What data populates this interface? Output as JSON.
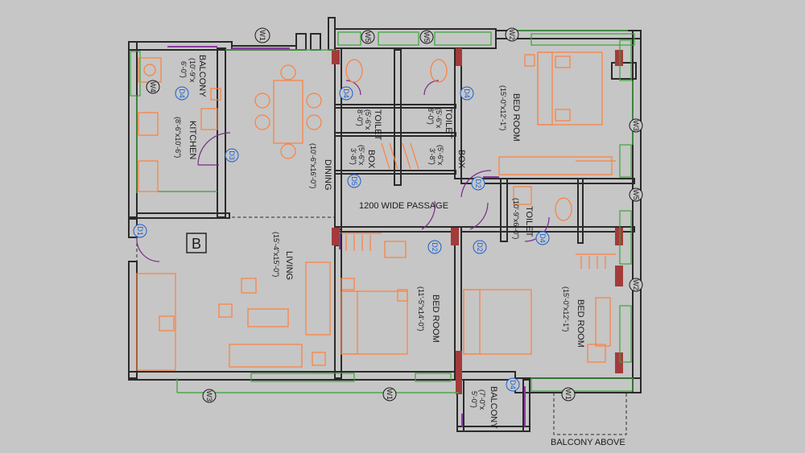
{
  "rooms": {
    "balcony_top_left": {
      "name": "BALCONY",
      "size_line1": "(10'-9\"x",
      "size_line2": "6'-0\")"
    },
    "kitchen": {
      "name": "KITCHEN",
      "size": "(8'-6\"x10'-6\")"
    },
    "dining": {
      "name": "DINING",
      "size": "(10'-6\"x16'-0\")"
    },
    "toilet_left": {
      "name": "TOILET",
      "size_line1": "(5'-6\"x",
      "size_line2": "8'-0\")"
    },
    "toilet_right": {
      "name": "TOILET",
      "size_line1": "(5'-6\"x",
      "size_line2": "8'-0\")"
    },
    "box_left": {
      "name": "BOX",
      "size_line1": "(5'-6\"x",
      "size_line2": "3'-8\")"
    },
    "box_right": {
      "name": "BOX",
      "size_line1": "(5'-6\"x",
      "size_line2": "3'-8\")"
    },
    "bedroom_top_right": {
      "name": "BED ROOM",
      "size": "(15'-0\"x12'-1\")"
    },
    "toilet_mid_right": {
      "name": "TOILET",
      "size": "(10'-9\"x6'-0\")"
    },
    "living": {
      "name": "LIVING",
      "size": "(15'-4\"x15'-0\")"
    },
    "bedroom_center": {
      "name": "BED ROOM",
      "size": "(11'-5\"x14'-0\")"
    },
    "bedroom_bottom_right": {
      "name": "BED ROOM",
      "size": "(15'-0\"x12'-1\")"
    },
    "balcony_bottom": {
      "name": "BALCONY",
      "size_line1": "(7'-0\"x",
      "size_line2": "5'-0\")"
    }
  },
  "labels": {
    "passage": "1200 WIDE PASSAGE",
    "balcony_above": "BALCONY ABOVE",
    "block": "B"
  },
  "tags": {
    "windows": {
      "w1": "W1",
      "w2": "W2",
      "w3": "W3",
      "w4": "W4",
      "w5": "W5"
    },
    "doors": {
      "d1": "D1",
      "d2": "D2",
      "d3": "D3",
      "d4": "D4",
      "d5": "D5"
    }
  },
  "colors": {
    "background": "#c6c6c6",
    "walls": "#2a2a2a",
    "furniture": "#ff7f3a",
    "windows": "#3aa53a",
    "doors": "#7a2a8a",
    "door_tags": "#1a5fd0",
    "columns": "#a33b3b"
  }
}
